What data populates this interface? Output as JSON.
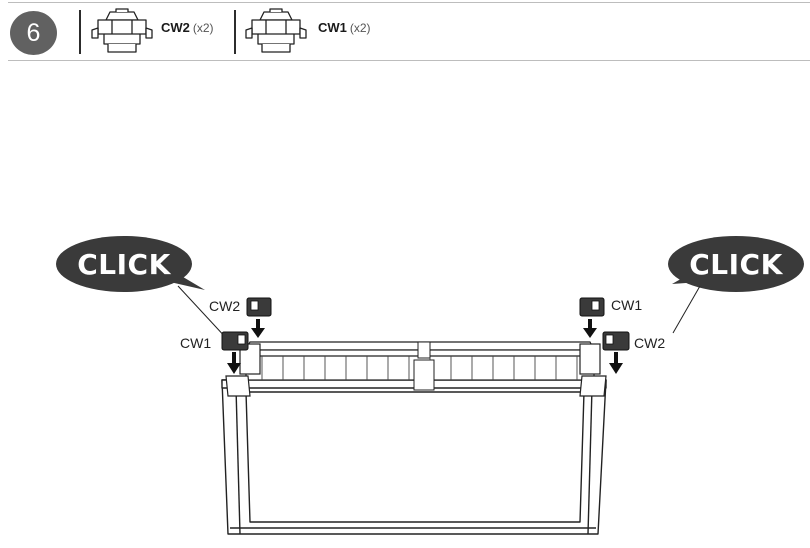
{
  "header": {
    "step_number": "6",
    "parts": [
      {
        "code": "CW2",
        "quantity": "(x2)",
        "icon": "clip-cw2-icon"
      },
      {
        "code": "CW1",
        "quantity": "(x2)",
        "icon": "clip-cw1-icon"
      }
    ]
  },
  "diagram": {
    "click_left": "CLICK",
    "click_right": "CLICK",
    "labels": {
      "left_top": "CW2",
      "left_bottom": "CW1",
      "right_top": "CW1",
      "right_bottom": "CW2"
    }
  },
  "colors": {
    "badge": "#616161",
    "bubble": "#3a3a3a",
    "line": "#222222"
  }
}
